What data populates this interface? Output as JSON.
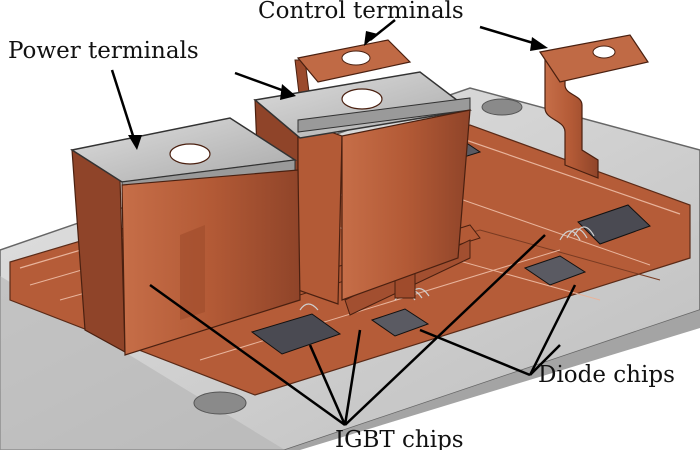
{
  "labels": {
    "control_terminals": "Control terminals",
    "power_terminals": "Power terminals",
    "diode_chips": "Diode chips",
    "igbt_chips": "IGBT chips"
  },
  "colors": {
    "copper": "#b8603e",
    "copper_dark": "#8a4328",
    "copper_light": "#cf7a55",
    "terminal_top": "#c9c9c9",
    "baseplate": "#d6d6d6",
    "chip": "#4a4a52"
  }
}
